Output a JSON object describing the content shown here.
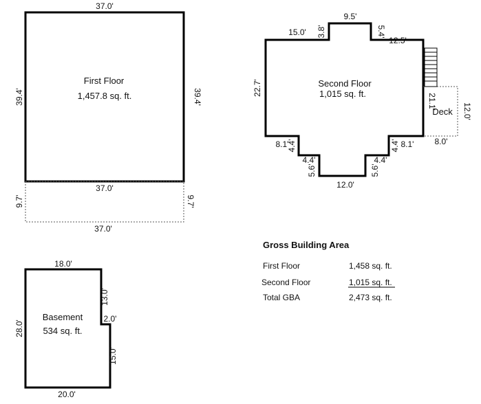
{
  "first_floor": {
    "name": "First Floor",
    "area": "1,457.8 sq. ft.",
    "dim_top": "37.0'",
    "dim_bottom": "37.0'",
    "dim_left": "39.4'",
    "dim_right": "39.4'",
    "ext_left": "9.7'",
    "ext_right": "9.7'",
    "ext_bottom": "37.0'"
  },
  "second_floor": {
    "name": "Second Floor",
    "area": "1,015 sq. ft.",
    "dims": {
      "top_left": "15.0'",
      "notch_left": "3.8'",
      "top_center": "9.5'",
      "notch_right": "5.4'",
      "top_right": "12.5'",
      "left": "22.7'",
      "right": "21.1'",
      "lower_left_h": "8.1'",
      "lower_left_v": "4.4'",
      "lower_left_inner": "4.4'",
      "bottom_left_v": "5.6'",
      "bottom": "12.0'",
      "bottom_right_v": "5.6'",
      "lower_right_inner": "4.4'",
      "lower_right_v": "4.4'",
      "lower_right_h": "8.1'"
    },
    "deck": {
      "name": "Deck",
      "dim_right": "12.0'",
      "dim_bottom": "8.0'"
    }
  },
  "basement": {
    "name": "Basement",
    "area": "534 sq. ft.",
    "dim_top": "18.0'",
    "dim_left": "28.0'",
    "dim_right_upper": "13.0'",
    "dim_step": "2.0'",
    "dim_right_lower": "15.0'",
    "dim_bottom": "20.0'"
  },
  "gba": {
    "title": "Gross Building Area",
    "rows": [
      {
        "label": "First Floor",
        "value": "1,458 sq. ft."
      },
      {
        "label": "Second Floor",
        "value": "1,015 sq. ft."
      },
      {
        "label": "Total GBA",
        "value": "2,473 sq. ft."
      }
    ]
  }
}
